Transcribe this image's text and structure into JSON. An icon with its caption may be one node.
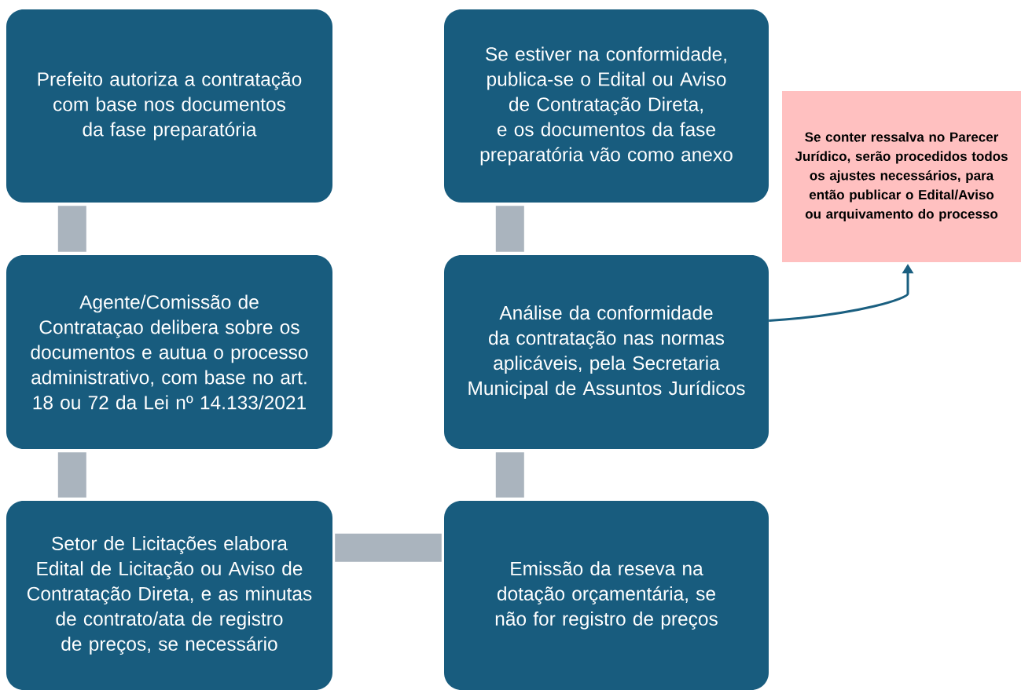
{
  "diagram": {
    "nodes": [
      {
        "text": [
          "Prefeito autoriza a contratação com base nos documentos da fase preparatória"
        ]
      },
      {
        "text": [
          "Agente/Comissão de Contrataçao delibera sobre os documentos e autua o processo administrativo, com base no art. 18 ou 72 da Lei nº 14.133/2021"
        ]
      },
      {
        "text": [
          "Setor de Licitações elabora Edital de Licitação ou Aviso de Contratação Direta, e as minutas de contrato/ata de registro de preços, se necessário"
        ]
      },
      {
        "text": [
          "Emissão da reseva na dotação orçamentária, se não for registro de preços"
        ]
      },
      {
        "text": [
          "Análise da conformidade da contratação nas normas aplicáveis, pela Secretaria Municipal de Assuntos Jurídicos"
        ]
      },
      {
        "text": [
          "Se estiver na conformidade, publica-se o Edital ou Aviso de Contratação Direta, e os documentos da fase preparatória vão como anexo"
        ]
      },
      {
        "text": [
          "Se conter ressalva no Parecer Jurídico, serão procedidos todos os ajustes necessários, para então publicar o Edital/Aviso ou arquivamento do processo"
        ]
      }
    ],
    "edges": [
      {
        "from": 0,
        "to": 1,
        "arrow": "none"
      },
      {
        "from": 1,
        "to": 2,
        "arrow": "none"
      },
      {
        "from": 2,
        "to": 3,
        "arrow": "none"
      },
      {
        "from": 3,
        "to": 4,
        "arrow": "none"
      },
      {
        "from": 4,
        "to": 5,
        "arrow": "none"
      },
      {
        "from": 4,
        "to": 6,
        "arrow": "to",
        "color": "#1a5f80"
      }
    ]
  }
}
